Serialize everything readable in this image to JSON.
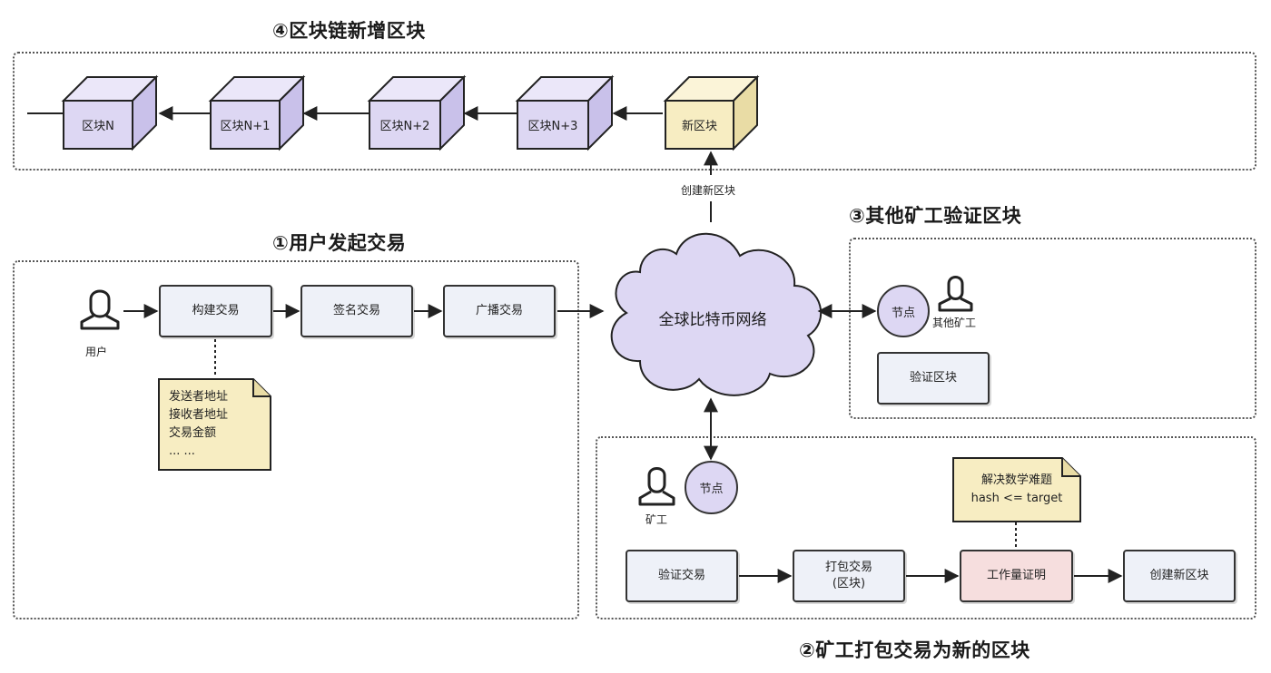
{
  "sections": {
    "s4": "④区块链新增区块",
    "s1": "①用户发起交易",
    "s3": "③其他矿工验证区块",
    "s2": "②矿工打包交易为新的区块"
  },
  "chain": {
    "blocks": [
      "区块N",
      "区块N+1",
      "区块N+2",
      "区块N+3"
    ],
    "new_block": "新区块",
    "create_label": "创建新区块"
  },
  "network": {
    "label": "全球比特币网络"
  },
  "user_flow": {
    "user_label": "用户",
    "steps": [
      "构建交易",
      "签名交易",
      "广播交易"
    ],
    "note": [
      "发送者地址",
      "接收者地址",
      "交易金额",
      "... ..."
    ]
  },
  "verify": {
    "node_label": "节点",
    "miner_label": "其他矿工",
    "action": "验证区块"
  },
  "miner": {
    "node_label": "节点",
    "miner_label": "矿工",
    "steps": [
      "验证交易",
      "打包交易",
      "(区块)",
      "工作量证明",
      "创建新区块"
    ],
    "note": [
      "解决数学难题",
      "hash <= target"
    ]
  },
  "colors": {
    "block": "#ddd7f3",
    "new_block": "#f7edc2",
    "step": "#eef1f8",
    "pow": "#f6dede",
    "note": "#f7edc2",
    "cloud": "#ddd7f3"
  }
}
